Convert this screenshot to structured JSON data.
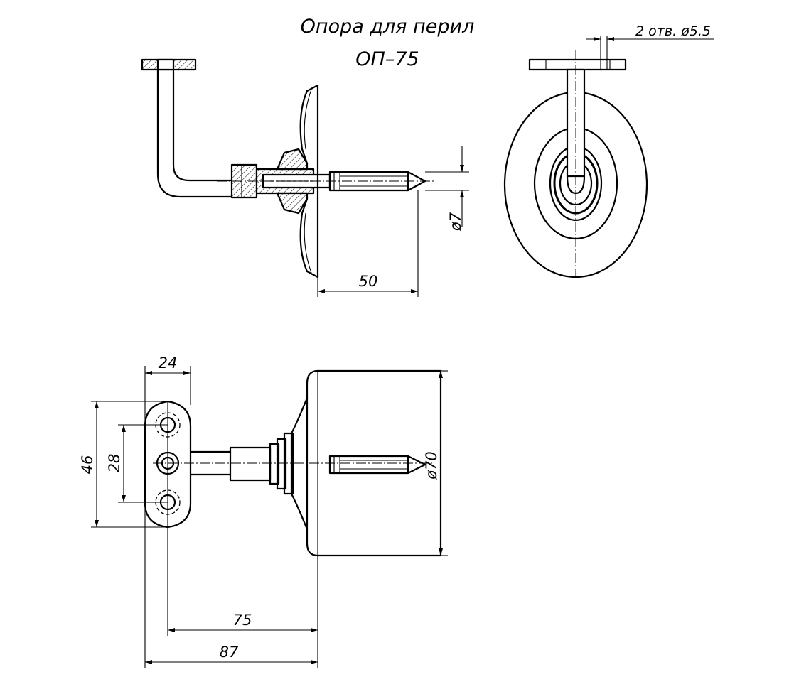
{
  "title": {
    "line1": "Опора для перил",
    "line2": "ОП–75"
  },
  "notes": {
    "holes": "2 отв. ø5.5"
  },
  "dimensions": {
    "shaft_diameter": "ø7",
    "pin_length": "50",
    "plate_width": "24",
    "plate_height": "46",
    "hole_spacing": "28",
    "disc_diameter": "ø70",
    "center_to_disc": "75",
    "overall_length": "87"
  }
}
